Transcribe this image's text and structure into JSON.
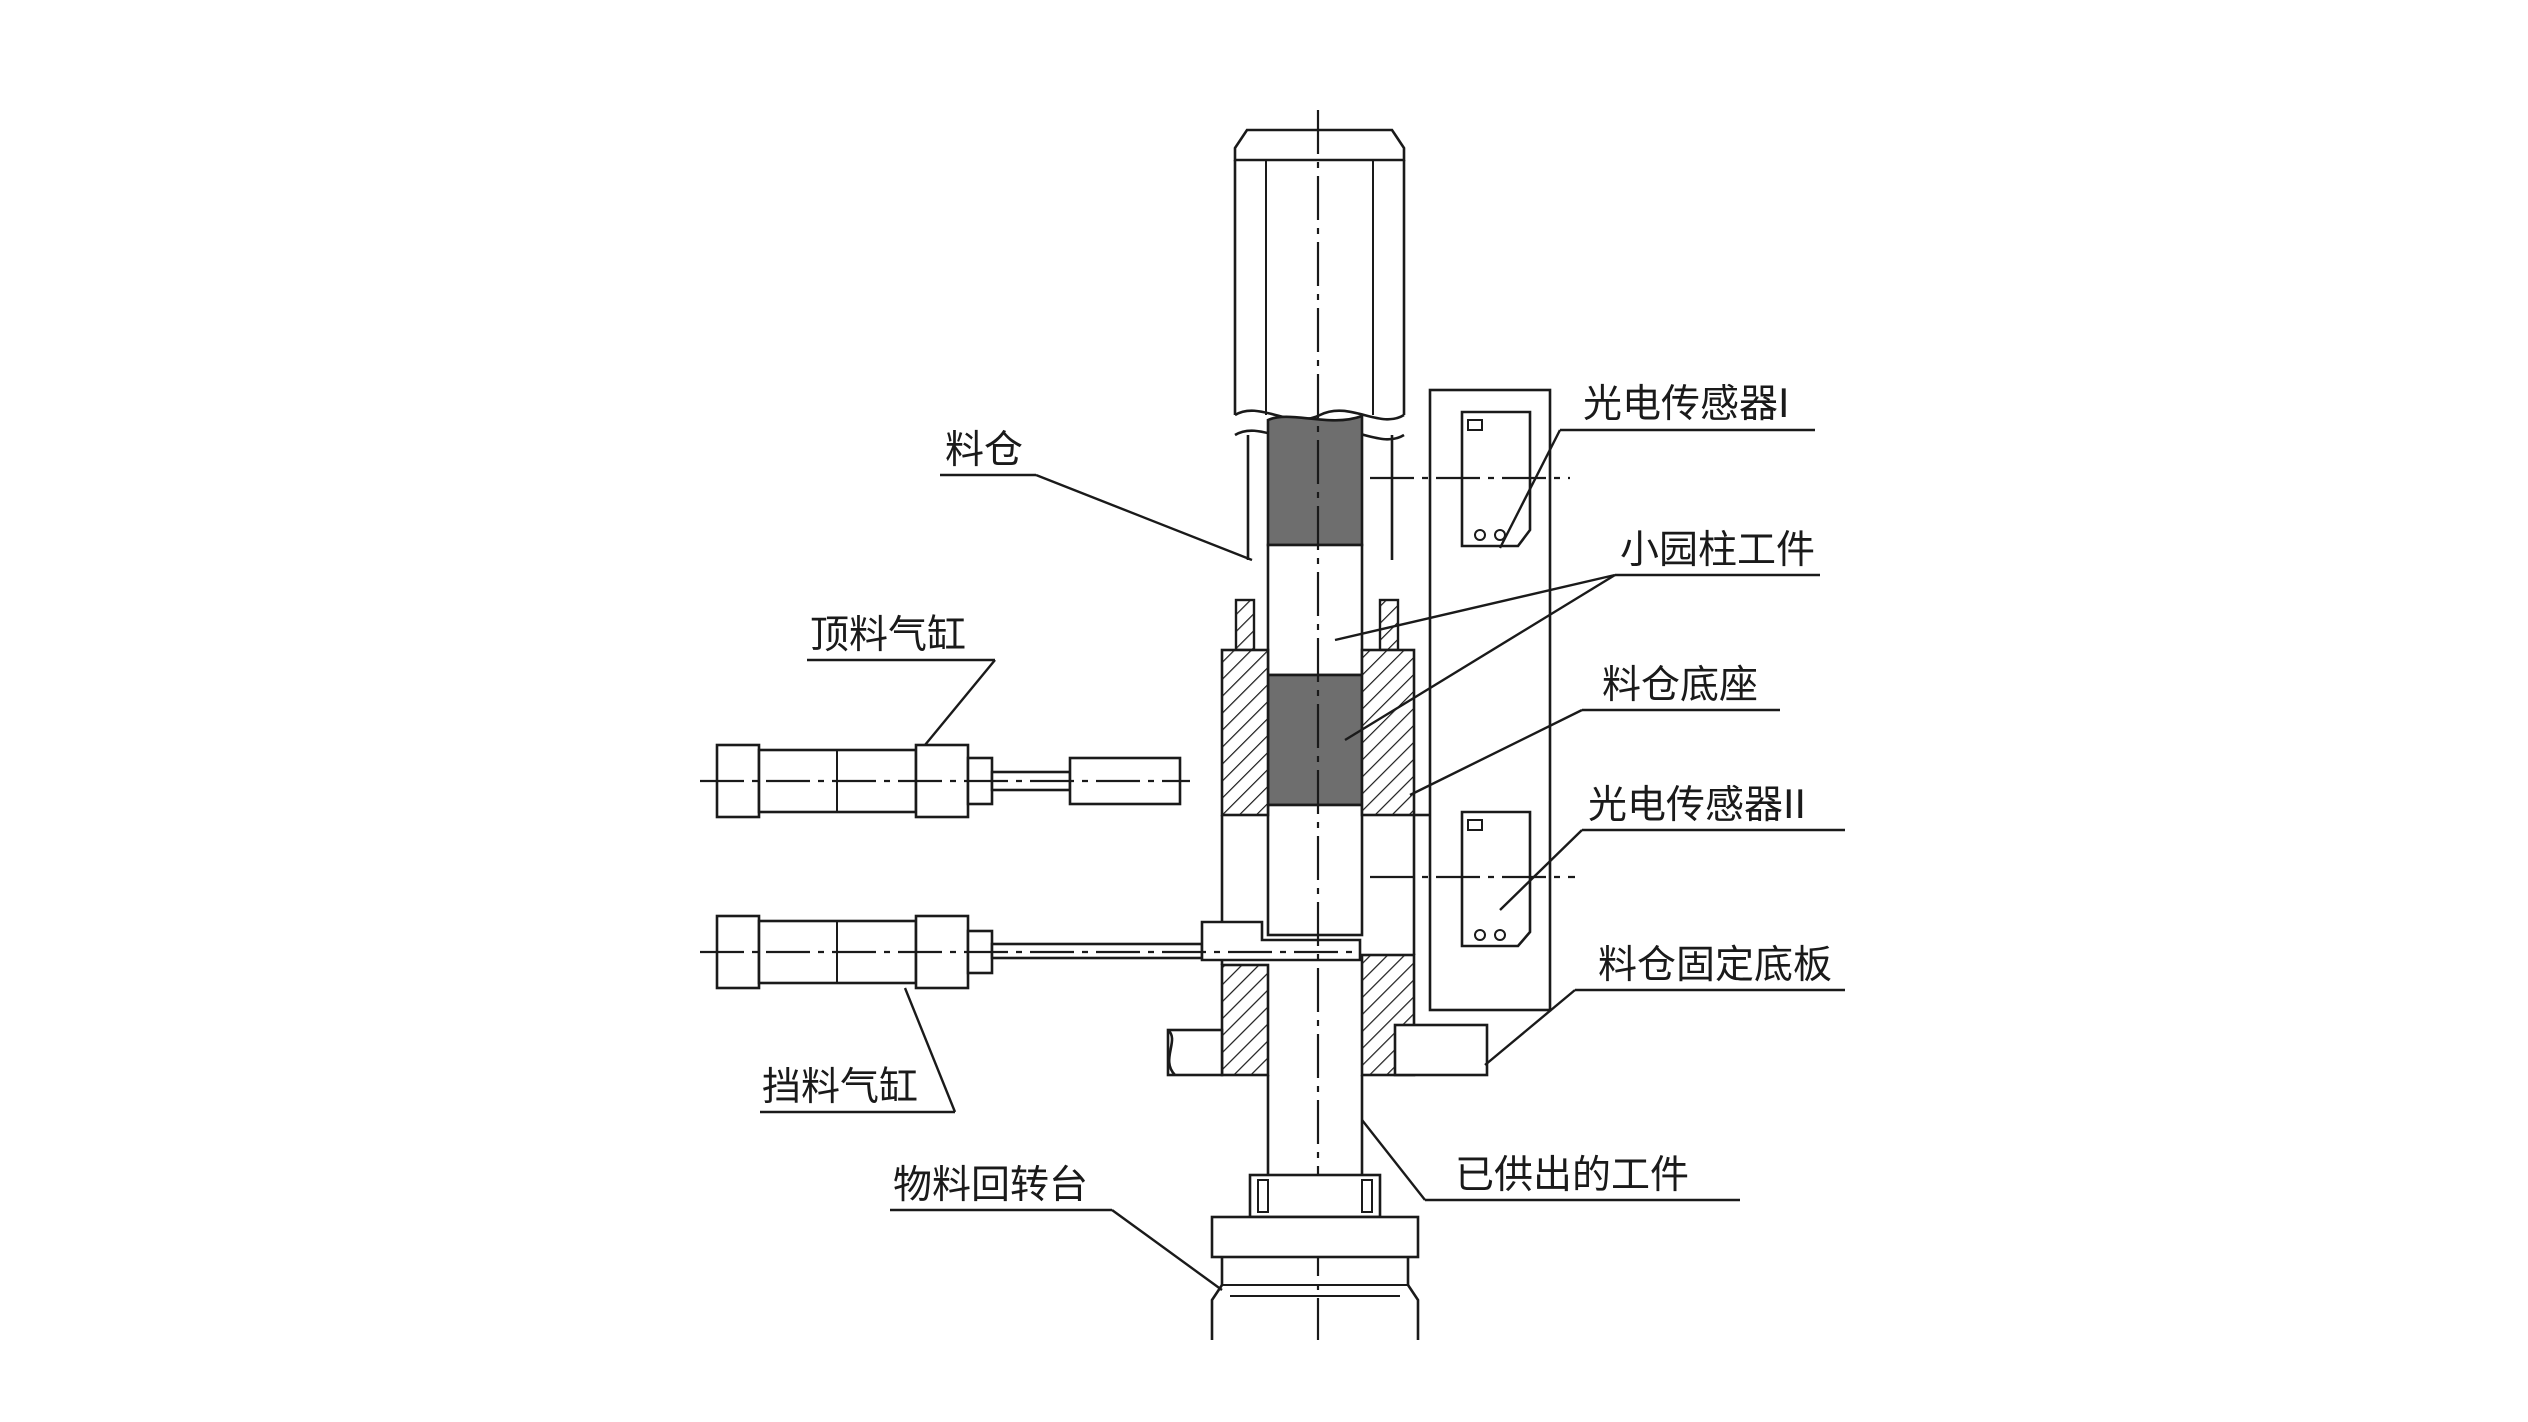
{
  "labels": {
    "hopper": "料仓",
    "sensor1": "光电传感器I",
    "workpiece": "小园柱工件",
    "hopper_base": "料仓底座",
    "sensor2": "光电传感器II",
    "eject_cylinder": "顶料气缸",
    "stop_cylinder": "挡料气缸",
    "fixed_plate": "料仓固定底板",
    "supplied_workpiece": "已供出的工件",
    "rotary_table": "物料回转台"
  },
  "colors": {
    "line": "#1a1a1a",
    "workpiece_fill": "#6e6e6e",
    "background": "#ffffff"
  }
}
